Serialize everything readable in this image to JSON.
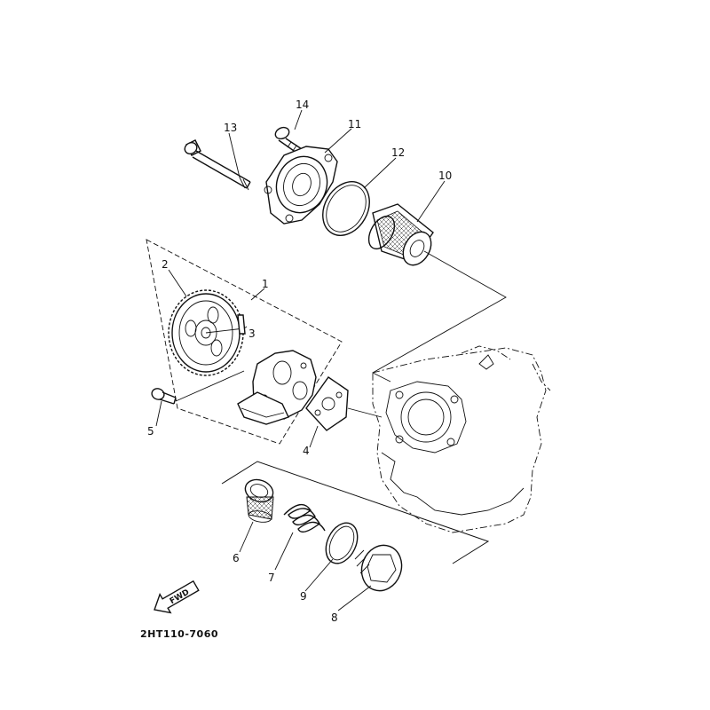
{
  "diagram_code": "2HT110-7060",
  "fwd_label": "FWD",
  "parts": [
    {
      "num": "1"
    },
    {
      "num": "2"
    },
    {
      "num": "3"
    },
    {
      "num": "4"
    },
    {
      "num": "5"
    },
    {
      "num": "6"
    },
    {
      "num": "7"
    },
    {
      "num": "8"
    },
    {
      "num": "9"
    },
    {
      "num": "10"
    },
    {
      "num": "11"
    },
    {
      "num": "12"
    },
    {
      "num": "13"
    },
    {
      "num": "14"
    }
  ]
}
